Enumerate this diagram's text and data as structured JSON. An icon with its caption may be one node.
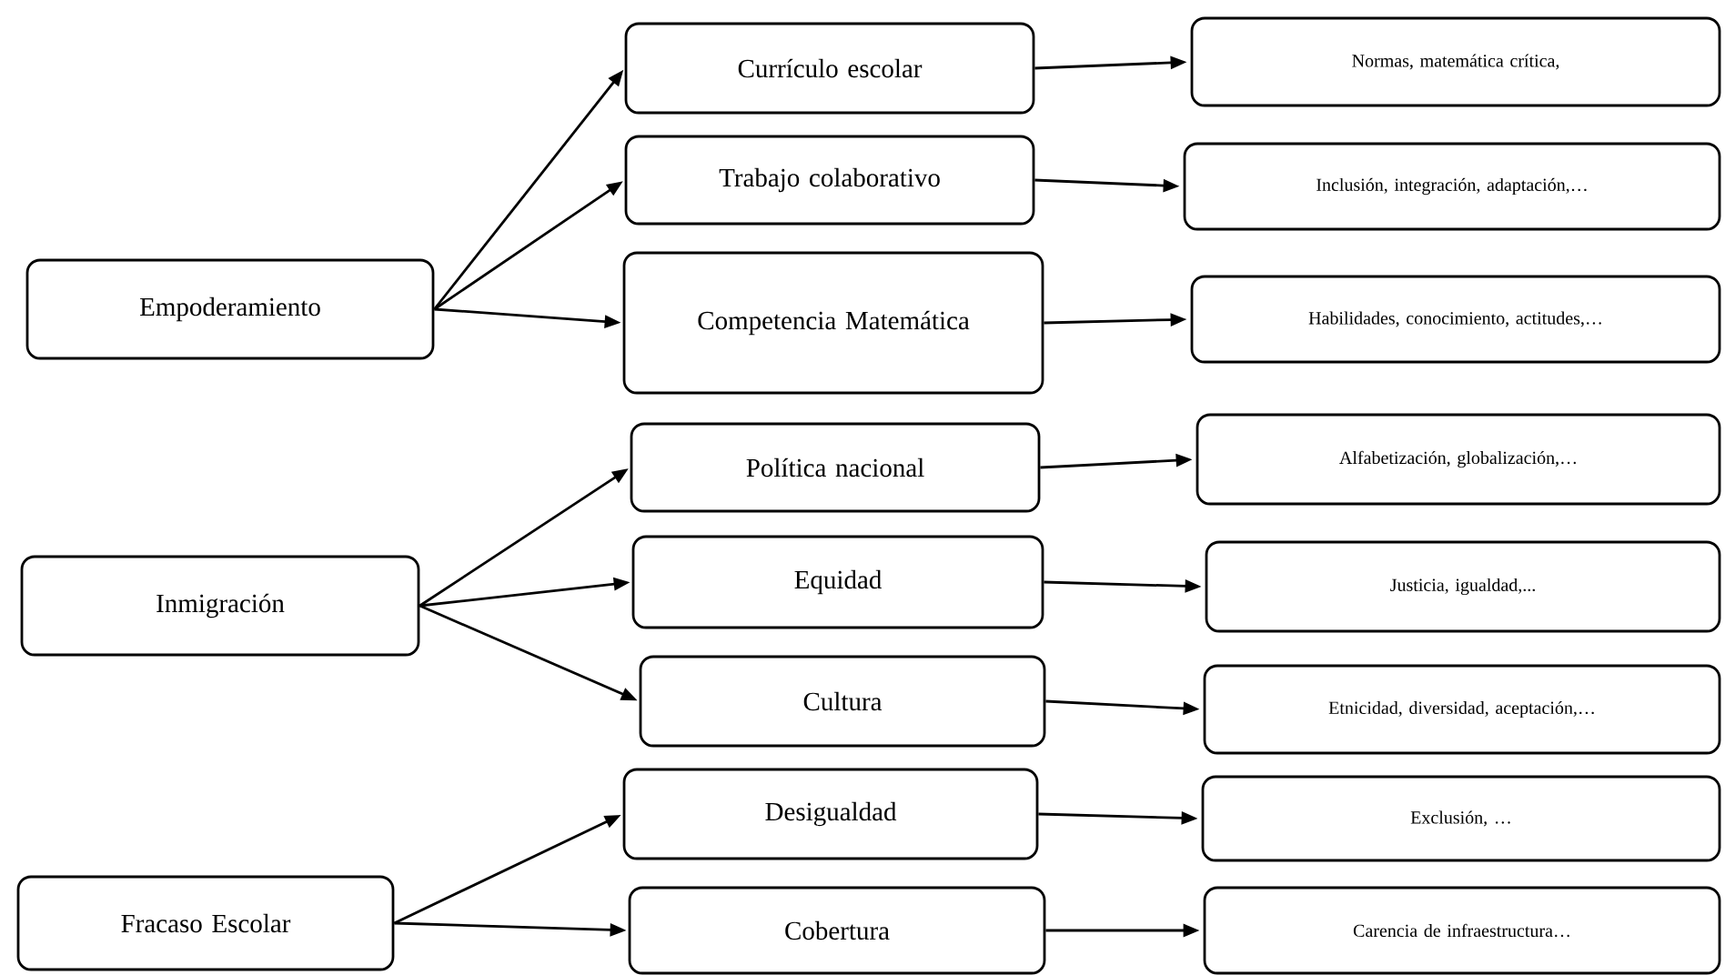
{
  "diagram": {
    "nodes": [
      {
        "text": [
          "Empoderamiento"
        ]
      },
      {
        "text": [
          "Currículo escolar"
        ]
      },
      {
        "text": [
          "Trabajo colaborativo"
        ]
      },
      {
        "text": [
          "Competencia Matemática"
        ]
      },
      {
        "text": [
          "Normas, matemática crítica,"
        ]
      },
      {
        "text": [
          "Inclusión, integración, adaptación,…"
        ]
      },
      {
        "text": [
          "Habilidades, conocimiento, actitudes,…"
        ]
      },
      {
        "text": [
          "Inmigración"
        ]
      },
      {
        "text": [
          "Política nacional"
        ]
      },
      {
        "text": [
          "Equidad"
        ]
      },
      {
        "text": [
          "Cultura"
        ]
      },
      {
        "text": [
          "Alfabetización, globalización,…"
        ]
      },
      {
        "text": [
          "Justicia, igualdad,..."
        ]
      },
      {
        "text": [
          "Etnicidad, diversidad, aceptación,…"
        ]
      },
      {
        "text": [
          "Fracaso Escolar"
        ]
      },
      {
        "text": [
          "Desigualdad"
        ]
      },
      {
        "text": [
          "Cobertura"
        ]
      },
      {
        "text": [
          "Exclusión, …"
        ]
      },
      {
        "text": [
          "Carencia de infraestructura…"
        ]
      }
    ],
    "edges": [
      {
        "from": 0,
        "to": 1,
        "arrow": "to"
      },
      {
        "from": 0,
        "to": 2,
        "arrow": "to"
      },
      {
        "from": 0,
        "to": 3,
        "arrow": "to"
      },
      {
        "from": 1,
        "to": 4,
        "arrow": "to"
      },
      {
        "from": 2,
        "to": 5,
        "arrow": "to"
      },
      {
        "from": 3,
        "to": 6,
        "arrow": "to"
      },
      {
        "from": 7,
        "to": 8,
        "arrow": "to"
      },
      {
        "from": 7,
        "to": 9,
        "arrow": "to"
      },
      {
        "from": 7,
        "to": 10,
        "arrow": "to"
      },
      {
        "from": 8,
        "to": 11,
        "arrow": "to"
      },
      {
        "from": 9,
        "to": 12,
        "arrow": "to"
      },
      {
        "from": 10,
        "to": 13,
        "arrow": "to"
      },
      {
        "from": 14,
        "to": 15,
        "arrow": "to"
      },
      {
        "from": 14,
        "to": 16,
        "arrow": "to"
      },
      {
        "from": 15,
        "to": 17,
        "arrow": "to"
      },
      {
        "from": 16,
        "to": 18,
        "arrow": "to"
      }
    ]
  }
}
